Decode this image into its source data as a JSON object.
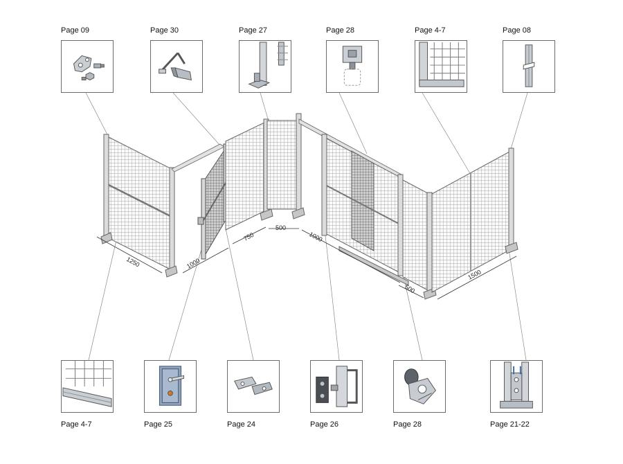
{
  "top_refs": [
    {
      "label": "Page 09",
      "icon": "bracket-bolt-icon"
    },
    {
      "label": "Page 30",
      "icon": "door-closer-icon"
    },
    {
      "label": "Page 27",
      "icon": "post-hinge-icon"
    },
    {
      "label": "Page 28",
      "icon": "profile-connector-icon"
    },
    {
      "label": "Page 4-7",
      "icon": "mesh-frame-corner-icon"
    },
    {
      "label": "Page 08",
      "icon": "post-profile-icon"
    }
  ],
  "bottom_refs": [
    {
      "label": "Page 4-7",
      "icon": "frame-rail-icon"
    },
    {
      "label": "Page 25",
      "icon": "door-lock-icon"
    },
    {
      "label": "Page 24",
      "icon": "hinge-plate-icon"
    },
    {
      "label": "Page 26",
      "icon": "sliding-latch-icon"
    },
    {
      "label": "Page 28",
      "icon": "roller-bracket-icon"
    },
    {
      "label": "Page 21-22",
      "icon": "foot-plate-icon"
    }
  ],
  "dimensions": [
    "1250",
    "1000",
    "750",
    "500",
    "1000",
    "500",
    "1500"
  ]
}
